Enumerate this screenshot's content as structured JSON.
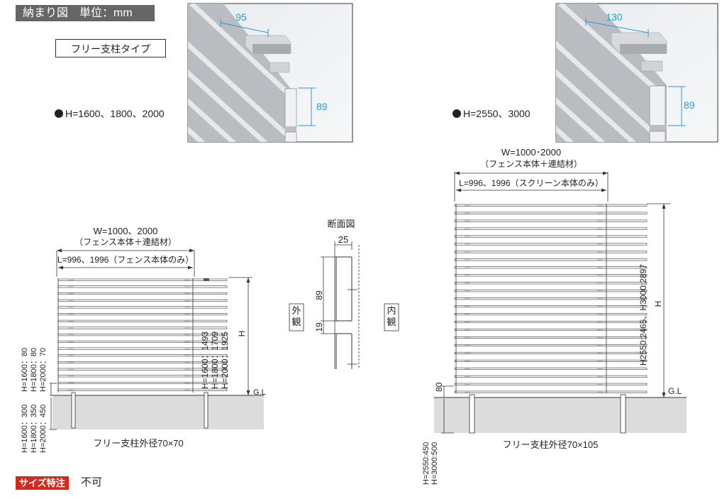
{
  "header": {
    "title": "納まり図　単位：mm"
  },
  "type_label": "フリー支柱タイプ",
  "variants": {
    "left": {
      "heights": "H=1600、1800、2000",
      "photo_top_dim": "95",
      "photo_side_dim": "89",
      "width_label": "W=1000、2000",
      "width_sub": "（フェンス本体＋連結材）",
      "length_label": "L=996、1996（フェンス本体のみ）",
      "height_values": [
        "H=1600：1493",
        "H=1800：1709",
        "H=2000：1925"
      ],
      "h_letter": "H",
      "gl": "G.L",
      "clearance_values": [
        "H=1600：80",
        "H=1800：80",
        "H=2000：70"
      ],
      "embed_values": [
        "H=1600：300",
        "H=1800：350",
        "H=2000：450"
      ],
      "post_label": "フリー支柱外径70×70"
    },
    "right": {
      "heights": "H=2550、3000",
      "photo_top_dim": "130",
      "photo_side_dim": "89",
      "width_label": "W=1000･2000",
      "width_sub": "（フェンス本体＋連結材）",
      "length_label": "L=996、1996（スクリーン本体のみ）",
      "height_value": "H2550:2465、H3000:2897",
      "h_letter": "H",
      "gl": "G.L",
      "clearance_value": "80",
      "embed_values": [
        "H=2550:450",
        "H=3000:500"
      ],
      "post_label": "フリー支柱外径70×105"
    }
  },
  "section": {
    "title": "断面図",
    "dim_top": "25",
    "dim_slat": "89",
    "dim_gap": "19",
    "outer_label": "外観",
    "inner_label": "内観"
  },
  "size_special": {
    "tag": "サイズ特注",
    "value": "不可"
  },
  "colors": {
    "dimension_blue": "#2a9bd6",
    "tag_red": "#d42a1e",
    "tag_gray": "#666666",
    "ground": "#dcdcdc"
  }
}
